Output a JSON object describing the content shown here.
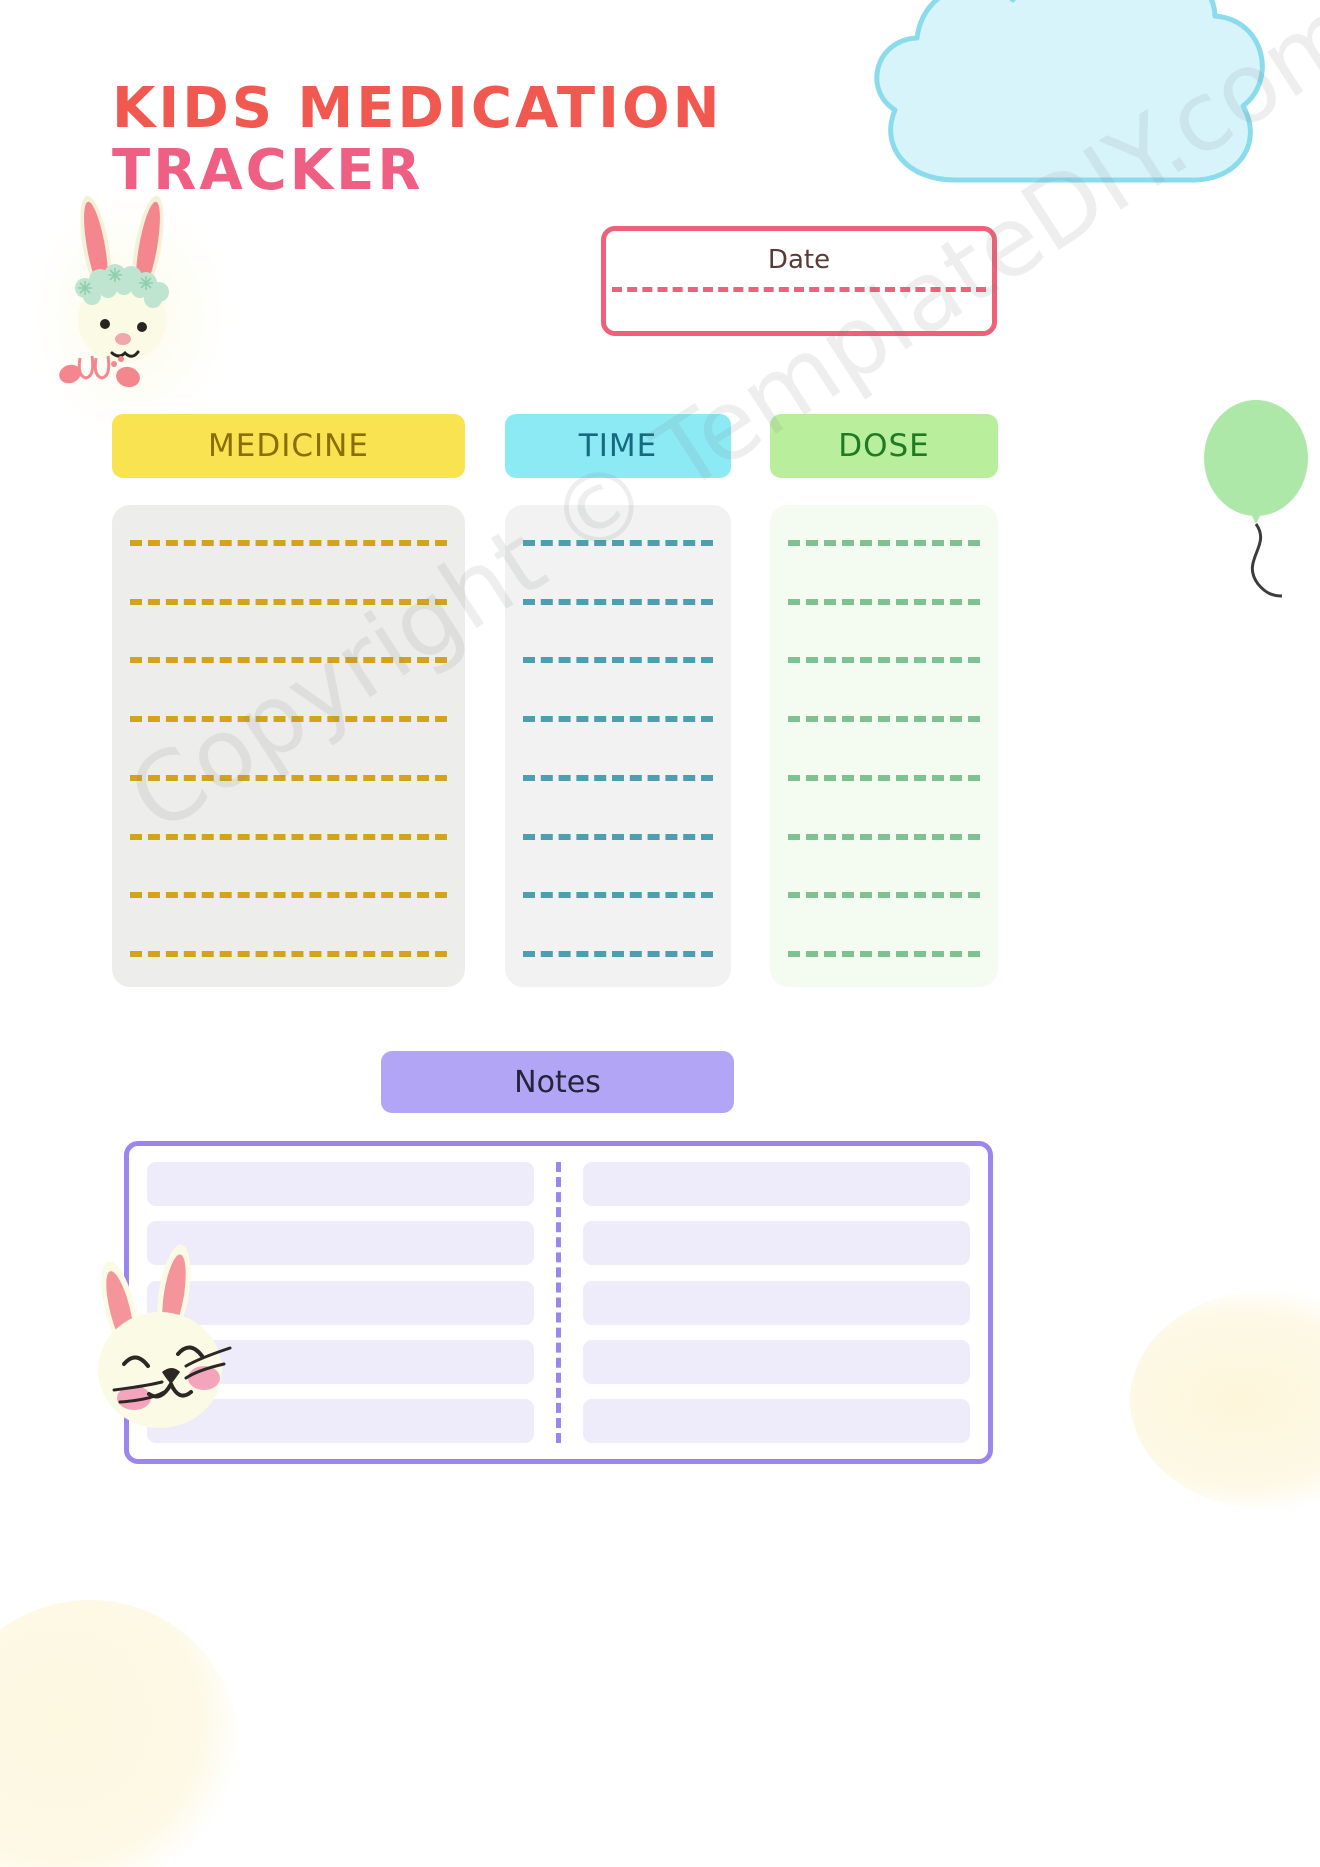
{
  "document": {
    "title_line_1": "KIDS MEDICATION",
    "title_line_2": "TRACKER"
  },
  "date_field": {
    "label": "Date",
    "value": "",
    "border_color": "#ef6079"
  },
  "table": {
    "columns": [
      {
        "key": "medicine",
        "header": "MEDICINE",
        "header_bg": "#fae350",
        "header_text_color": "#8a6f00",
        "panel_bg": "#ededeb",
        "line_color": "#d3a41b",
        "line_count": 8,
        "values": [
          "",
          "",
          "",
          "",
          "",
          "",
          "",
          ""
        ]
      },
      {
        "key": "time",
        "header": "TIME",
        "header_bg": "#8ceaf5",
        "header_text_color": "#16697e",
        "panel_bg": "#f1f2f1",
        "line_color": "#4d9eae",
        "line_count": 8,
        "values": [
          "",
          "",
          "",
          "",
          "",
          "",
          "",
          ""
        ]
      },
      {
        "key": "dose",
        "header": "DOSE",
        "header_bg": "#b8ee9c",
        "header_text_color": "#1f7a26",
        "panel_bg": "#f4fbf1",
        "line_color": "#7ec293",
        "line_count": 8,
        "values": [
          "",
          "",
          "",
          "",
          "",
          "",
          "",
          ""
        ]
      }
    ]
  },
  "notes": {
    "header": "Notes",
    "header_bg": "#b3a5f5",
    "header_text_color": "#24243a",
    "border_color": "#9b86ef",
    "row_bg": "#eeecfa",
    "left_rows": [
      "",
      "",
      "",
      "",
      ""
    ],
    "right_rows": [
      "",
      "",
      "",
      "",
      ""
    ]
  },
  "watermark": {
    "text": "Copyright © TemplateDIY.com"
  },
  "decorations": {
    "cloud": "cloud-shape",
    "balloon": "balloon-shape",
    "bunny_top": "bunny-with-flower-crown",
    "bunny_bottom": "happy-bunny-face"
  }
}
